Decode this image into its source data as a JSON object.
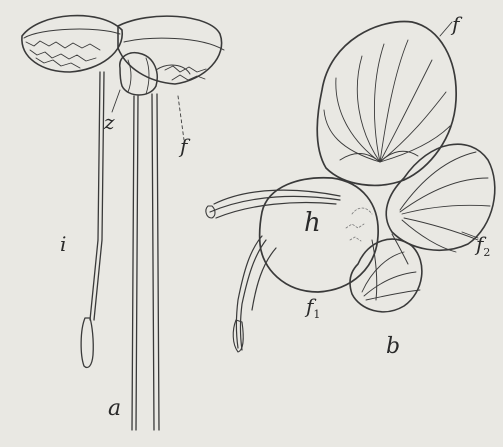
{
  "labels": {
    "i": "i",
    "z": "z",
    "f_a": "f",
    "a": "a",
    "f_b": "f",
    "h": "h",
    "f2_base": "f",
    "f2_sub": "2",
    "f1_base": "f",
    "f1_sub": "1",
    "b": "b"
  },
  "colors": {
    "paper": "#e9e8e3",
    "ink": "#3a3a3a",
    "faint": "#7a7a7a"
  }
}
